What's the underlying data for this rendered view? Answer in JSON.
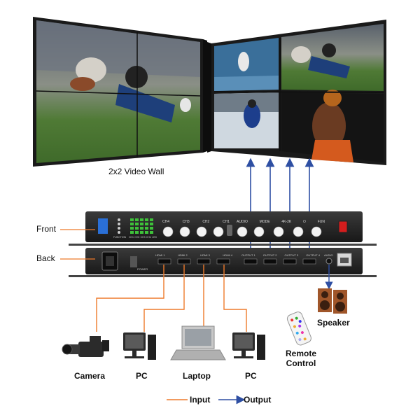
{
  "wall_caption": "2x2 Video Wall",
  "labels": {
    "front": "Front",
    "back": "Back",
    "speaker": "Speaker",
    "remote": "Remote Control"
  },
  "front_panel": {
    "channel_buttons": [
      "CH4",
      "CH3",
      "CH2",
      "CH1"
    ],
    "function_buttons": [
      "AUDIO",
      "MODE",
      "4K-2K",
      "",
      "FUN"
    ],
    "led_labels": [
      "CH1",
      "CH2",
      "CH3",
      "CH4",
      "LED"
    ],
    "function_label": "FUNCTION"
  },
  "back_panel": {
    "inputs": [
      "HDMI 1",
      "HDMI 2",
      "HDMI 3",
      "HDMI 4"
    ],
    "outputs": [
      "OUTPUT 1",
      "OUTPUT 2",
      "OUTPUT 3",
      "OUTPUT 4"
    ],
    "audio_label": "AUDIO",
    "power_label": "POWER"
  },
  "devices": [
    "Camera",
    "PC",
    "Laptop",
    "PC"
  ],
  "legend": {
    "input": "Input",
    "output": "Output"
  },
  "colors": {
    "input": "#ee7a2b",
    "output": "#2e4fa3",
    "device_body": "#2b2b2b"
  }
}
